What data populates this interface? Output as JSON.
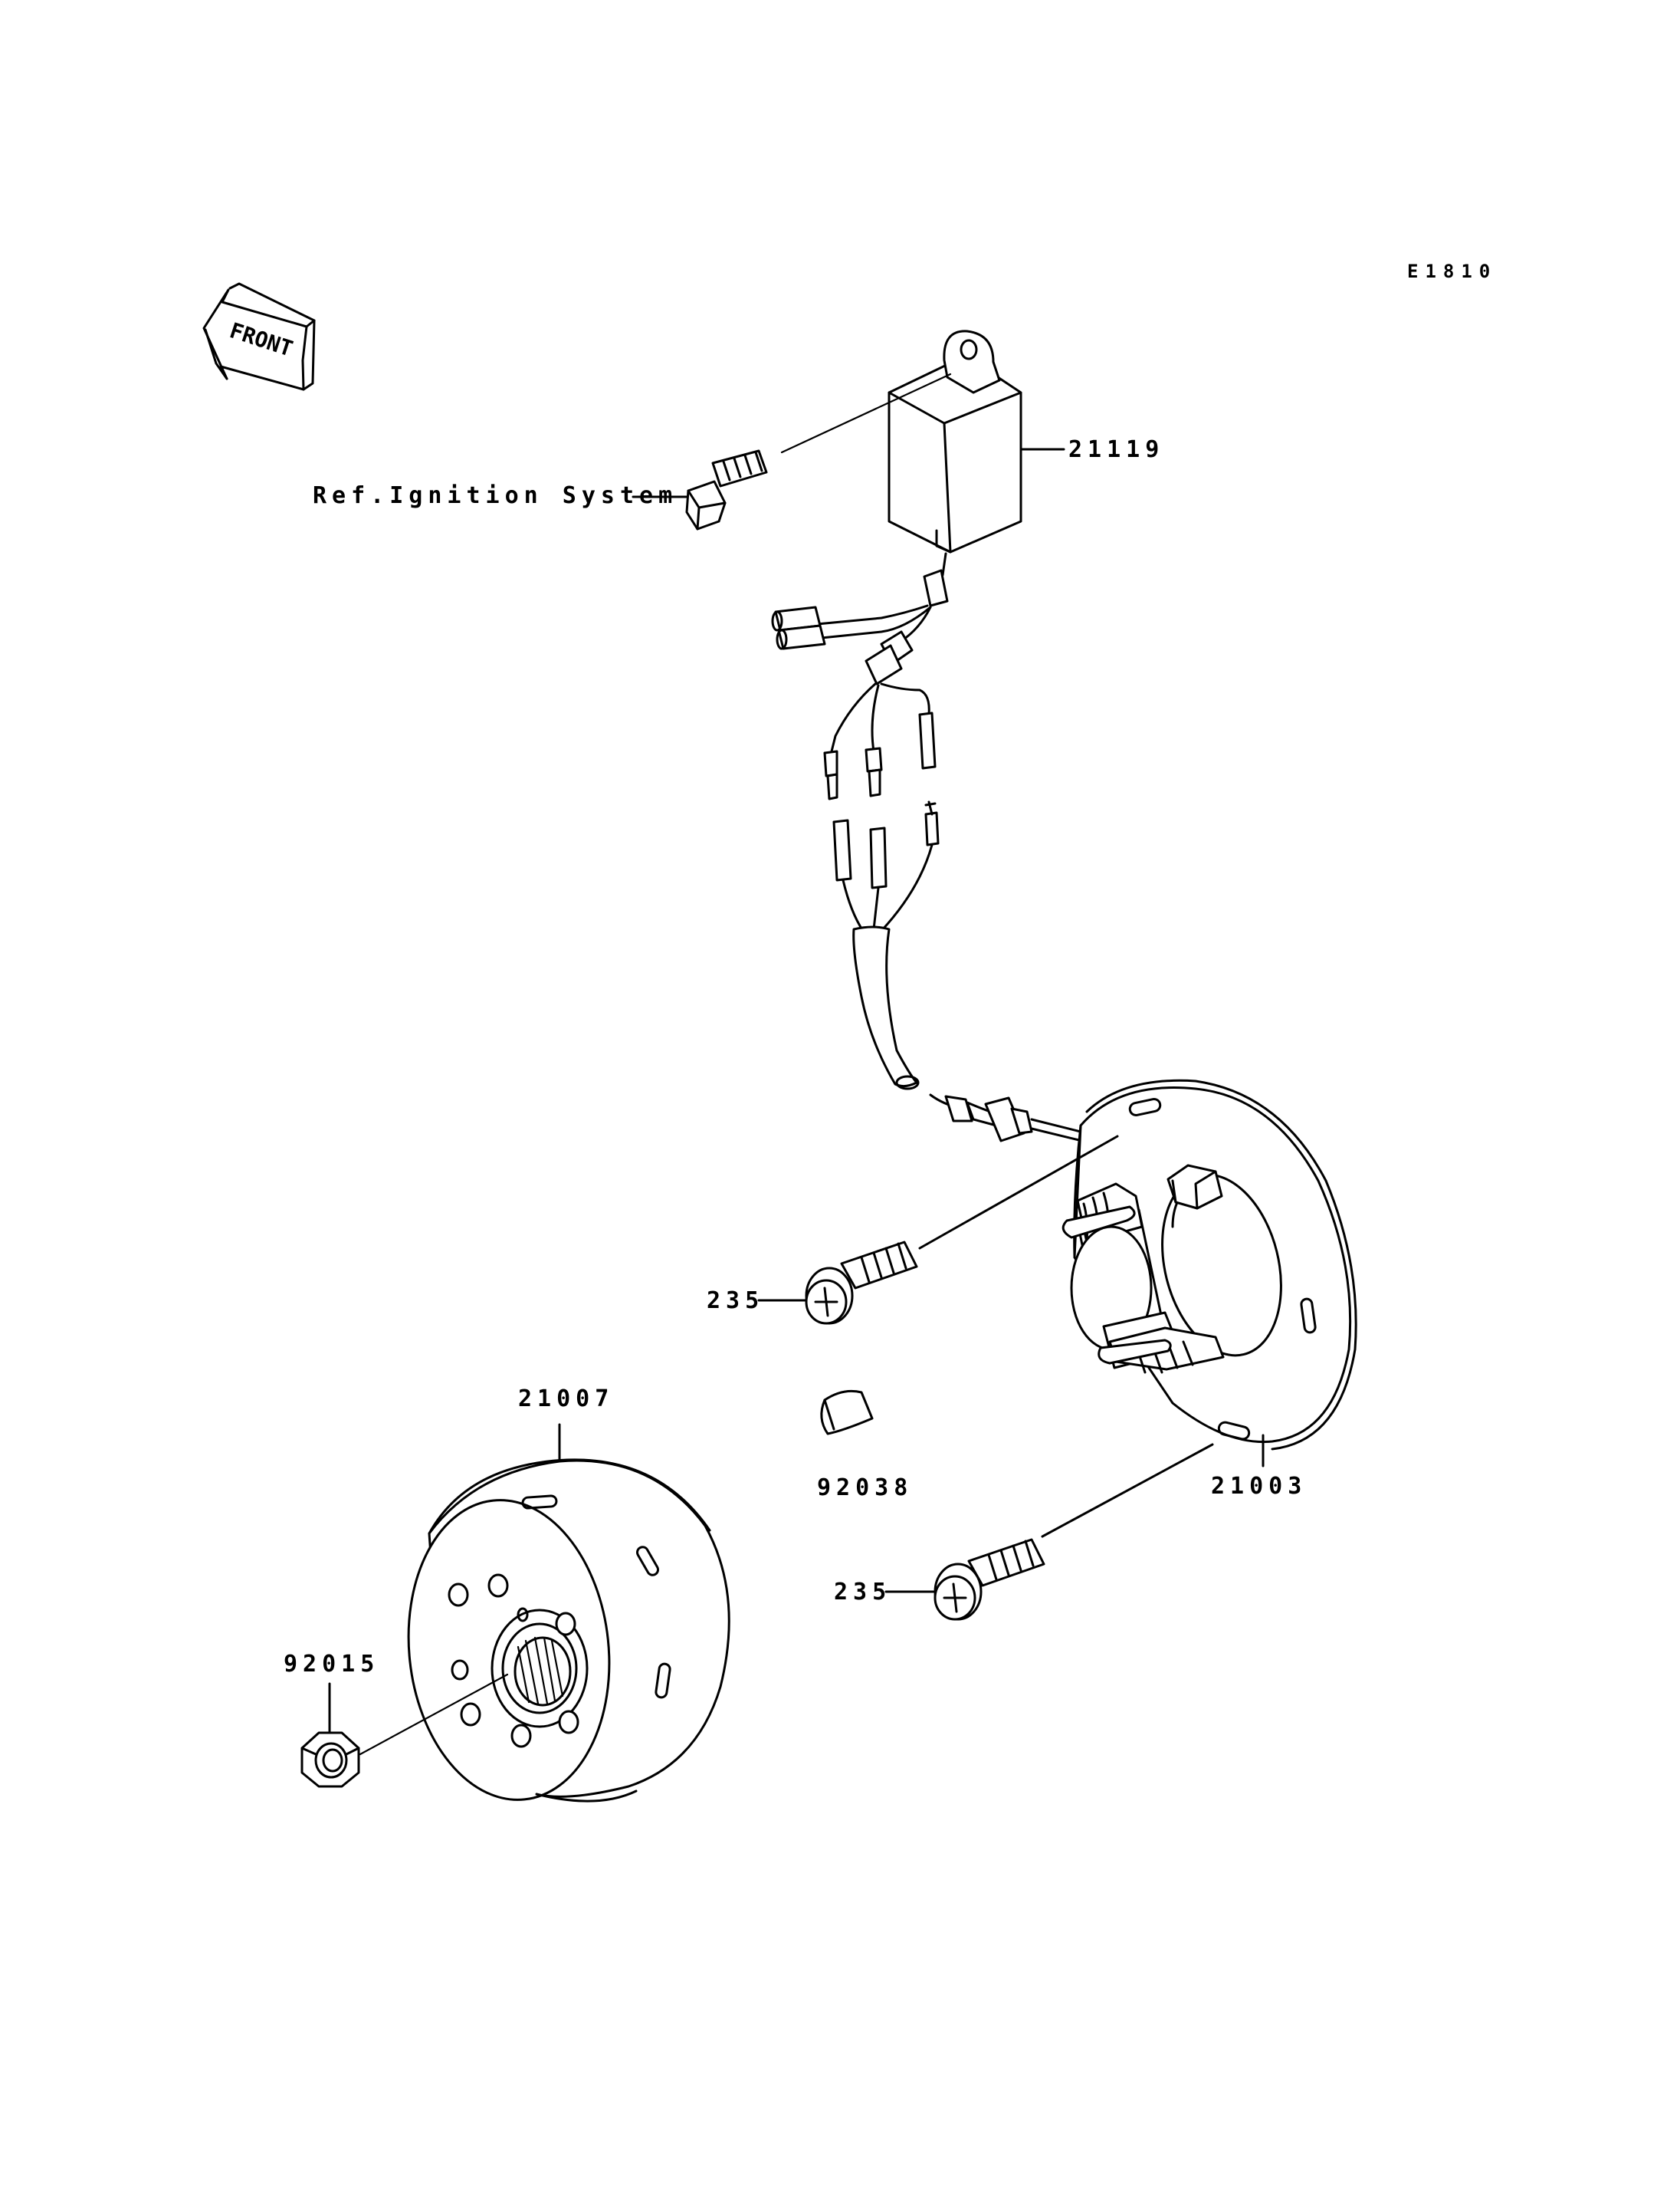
{
  "diagram_code": "E1810",
  "front_label": "FRONT",
  "ref_label": "Ref.Ignition System",
  "parts": {
    "cdi_unit": "21119",
    "stator": "21003",
    "flywheel": "21007",
    "nut": "92015",
    "woodruff_key": "92038",
    "screw_upper": "235",
    "screw_lower": "235"
  }
}
